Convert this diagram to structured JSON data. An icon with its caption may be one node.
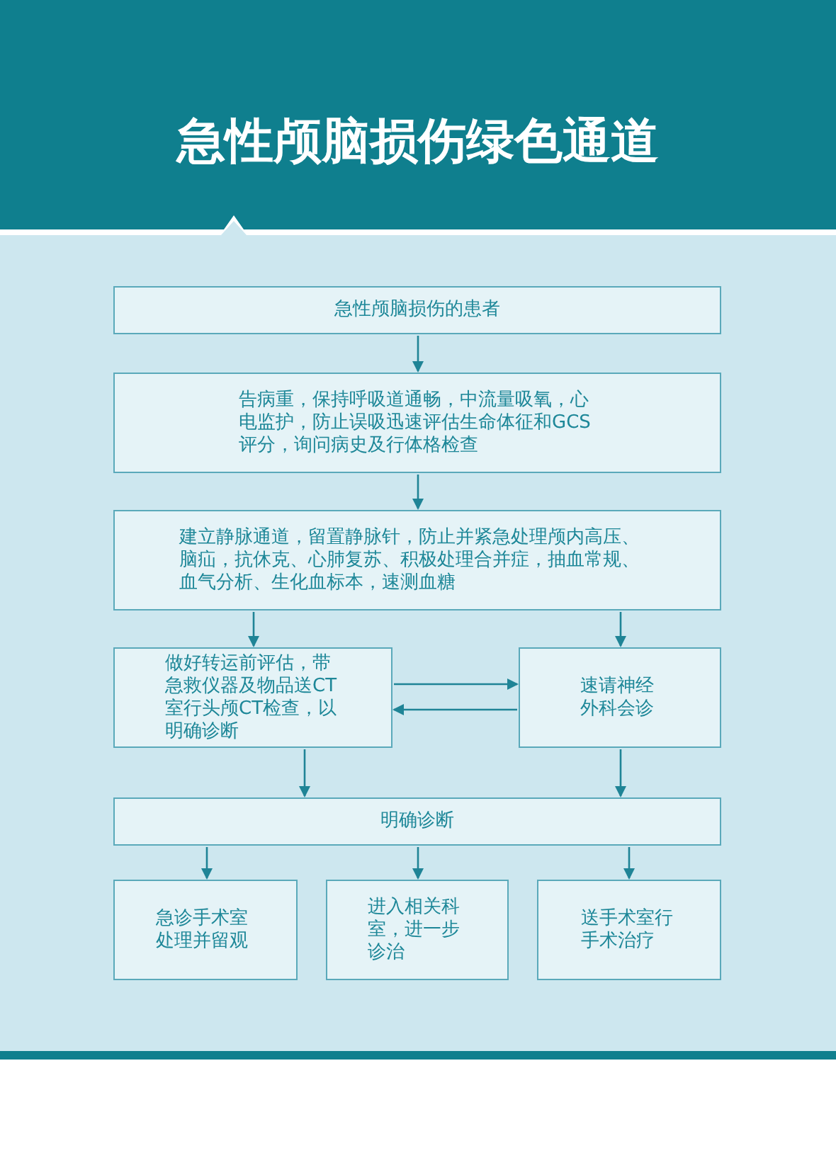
{
  "diagram": {
    "title": "急性颅脑损伤绿色通道",
    "nodes": [
      {
        "text": [
          "急性颅脑损伤的患者"
        ]
      },
      {
        "text": [
          "告病重，保持呼吸道通畅，中流量吸氧，心电监护，防止误吸迅速评估生命体征和GCS评分，询问病史及行体格检查"
        ]
      },
      {
        "text": [
          "建立静脉通道，留置静脉针，防止并紧急处理颅内高压、脑疝，抗休克、心肺复苏、积极处理合并症，抽血常规、血气分析、生化血标本，速测血糖"
        ]
      },
      {
        "text": [
          "做好转运前评估，带急救仪器及物品送CT室行头颅CT检查，以明确诊断"
        ]
      },
      {
        "text": [
          "速请神经外科会诊"
        ]
      },
      {
        "text": [
          "明确诊断"
        ]
      },
      {
        "text": [
          "急诊手术室处理并留观"
        ]
      },
      {
        "text": [
          "进入相关科室，进一步诊治"
        ]
      },
      {
        "text": [
          "送手术室行手术治疗"
        ]
      }
    ],
    "edges": [
      {
        "from": 0,
        "to": 1,
        "arrow": "to"
      },
      {
        "from": 1,
        "to": 2,
        "arrow": "to"
      },
      {
        "from": 2,
        "to": 3,
        "arrow": "to"
      },
      {
        "from": 2,
        "to": 4,
        "arrow": "to"
      },
      {
        "from": 3,
        "to": 4,
        "arrow": "to"
      },
      {
        "from": 4,
        "to": 3,
        "arrow": "to"
      },
      {
        "from": 3,
        "to": 5,
        "arrow": "to"
      },
      {
        "from": 4,
        "to": 5,
        "arrow": "to"
      },
      {
        "from": 5,
        "to": 6,
        "arrow": "to"
      },
      {
        "from": 5,
        "to": 7,
        "arrow": "to"
      },
      {
        "from": 5,
        "to": 8,
        "arrow": "to"
      }
    ]
  }
}
